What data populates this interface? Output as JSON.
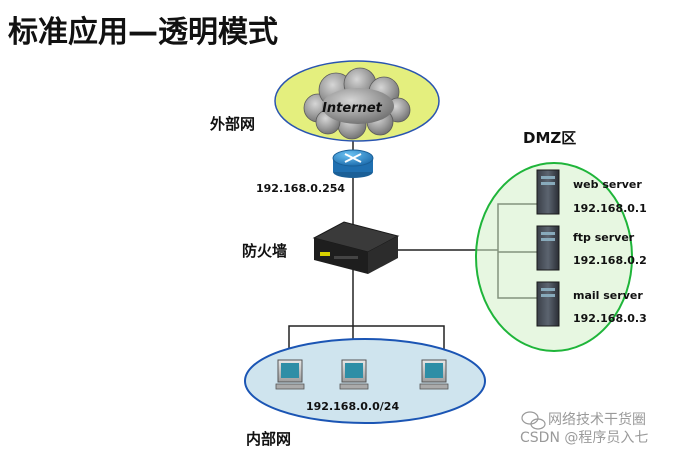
{
  "slide": {
    "title": "标准应用—透明模式"
  },
  "external": {
    "cloud_label": "Internet",
    "zone_label": "外部网"
  },
  "router": {
    "ip": "192.168.0.254"
  },
  "firewall": {
    "label": "防火墙"
  },
  "dmz": {
    "label": "DMZ区",
    "servers": [
      {
        "name": "web server",
        "ip": "192.168.0.1"
      },
      {
        "name": "ftp server",
        "ip": "192.168.0.2"
      },
      {
        "name": "mail server",
        "ip": "192.168.0.3"
      }
    ]
  },
  "internal": {
    "subnet": "192.168.0.0/24",
    "zone_label": "内部网"
  },
  "watermark": {
    "channel": "网络技术干货圈",
    "source": "CSDN @程序员入七"
  },
  "colors": {
    "internet_ellipse": "#e4ef7e",
    "dmz_ellipse": "#d4f0c8",
    "dmz_border": "#1fb53a",
    "lan_ellipse": "#cfe4ee",
    "lan_border": "#1b55b4",
    "router": "#2d8fd3"
  }
}
